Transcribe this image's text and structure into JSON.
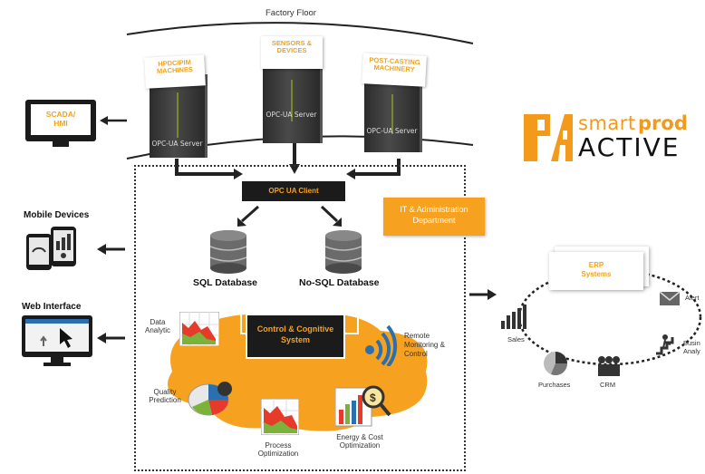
{
  "factory_floor": {
    "title": "Factory Floor"
  },
  "servers": [
    {
      "name": "HPDC/PIM MACHINES",
      "server_label": "OPC-UA Server"
    },
    {
      "name": "SENSORS & DEVICES",
      "server_label": "OPC-UA Server"
    },
    {
      "name": "POST-CASTING MACHINERY",
      "server_label": "OPC-UA Server"
    }
  ],
  "scada": {
    "label": "SCADA/ HMI"
  },
  "opc_client": {
    "label": "OPC UA Client"
  },
  "it_department": {
    "label": "IT & Administration Department"
  },
  "databases": {
    "sql": "SQL Database",
    "nosql": "No-SQL Database"
  },
  "control": {
    "label": "Control & Cognitive System"
  },
  "modules": {
    "data_analytic": "Data Analytic",
    "remote": "Remote Monitoring & Control",
    "quality": "Quality Prediction",
    "process": "Process Optimization",
    "energy": "Energy & Cost Optimization"
  },
  "clients": {
    "mobile": "Mobile Devices",
    "web": "Web Interface"
  },
  "logo": {
    "smart": "smart",
    "prod": "prod",
    "active": "ACTIVE"
  },
  "erp": {
    "label": "ERP Systems",
    "nodes": {
      "sales": "Sales",
      "purchases": "Purchases",
      "crm": "CRM",
      "alerts": "Alert",
      "business": "Busin Analy"
    }
  },
  "colors": {
    "accent": "#f4a21b",
    "blob": "#f6a11f",
    "dark": "#1b1b1b",
    "logo_orange": "#f39a1d"
  }
}
